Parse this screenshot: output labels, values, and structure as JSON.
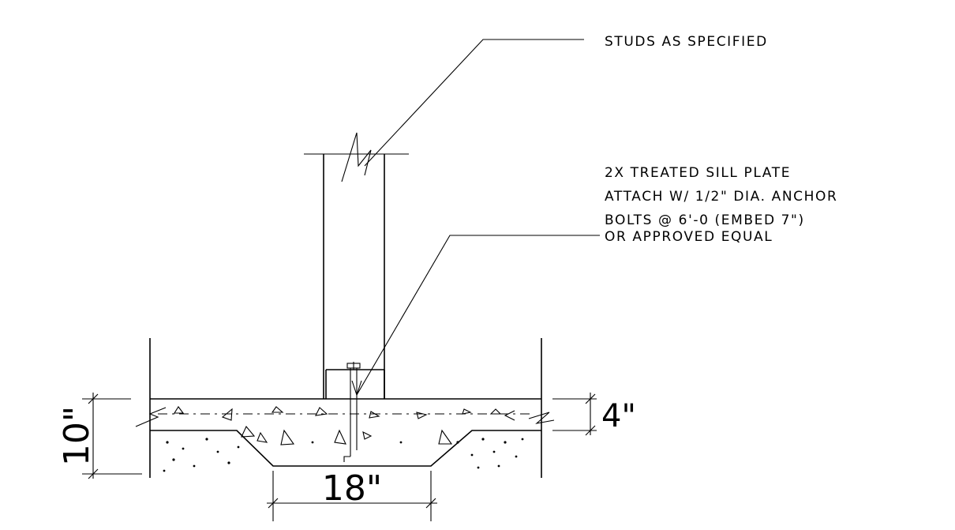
{
  "notes": {
    "studs": "STUDS AS SPECIFIED",
    "sill_line1": "2X  TREATED SILL PLATE",
    "sill_line2": "ATTACH W/ 1/2\" DIA. ANCHOR",
    "sill_line3": "BOLTS @ 6'-0 (EMBED 7\")",
    "sill_line4": "OR APPROVED EQUAL"
  },
  "dimensions": {
    "footing_depth": "10\"",
    "slab_thickness": "4\"",
    "footing_width": "18\""
  },
  "colors": {
    "line": "#000000",
    "background": "#ffffff"
  }
}
